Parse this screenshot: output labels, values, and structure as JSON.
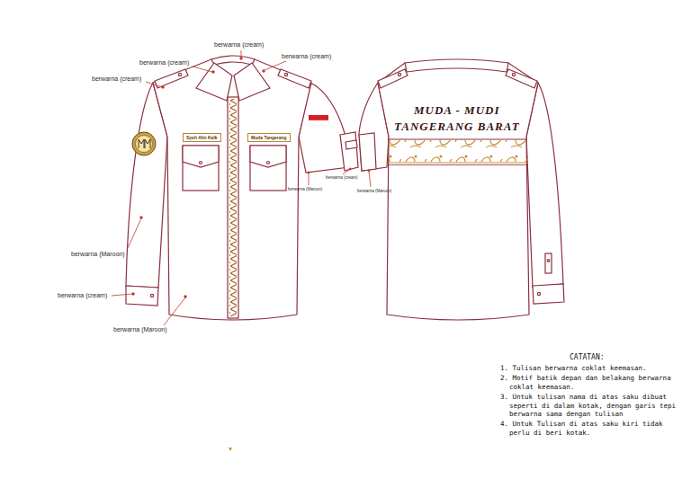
{
  "diagram": {
    "nodes": [
      {
        "text": [
          "Syeh Alin Kalk"
        ]
      },
      {
        "text": [
          "Muda Tangerang"
        ]
      }
    ],
    "labels": [
      "berwarna (cream)",
      "berwarna (cream)",
      "berwarna (cream)",
      "berwarna (cream)",
      "berwarna (Maroon)",
      "berwarna (cream)",
      "berwarna (Maroon)",
      "berwarna (Maroon)",
      "berwarna (cream)",
      "berwarna (Maroon)",
      "MUDA - MUDI",
      "TANGERANG BARAT",
      "CATATAN:",
      "1. Tulisan berwarna coklat keemasan.",
      "2. Motif batik depan dan belakang berwarna coklat keemasan.",
      "3. Untuk tulisan nama di atas saku dibuat seperti di dalam kotak, dengan garis tepi berwarna sama dengan tulisan",
      "4. Untuk Tulisan di atas saku kiri tidak perlu di beri kotak."
    ]
  }
}
